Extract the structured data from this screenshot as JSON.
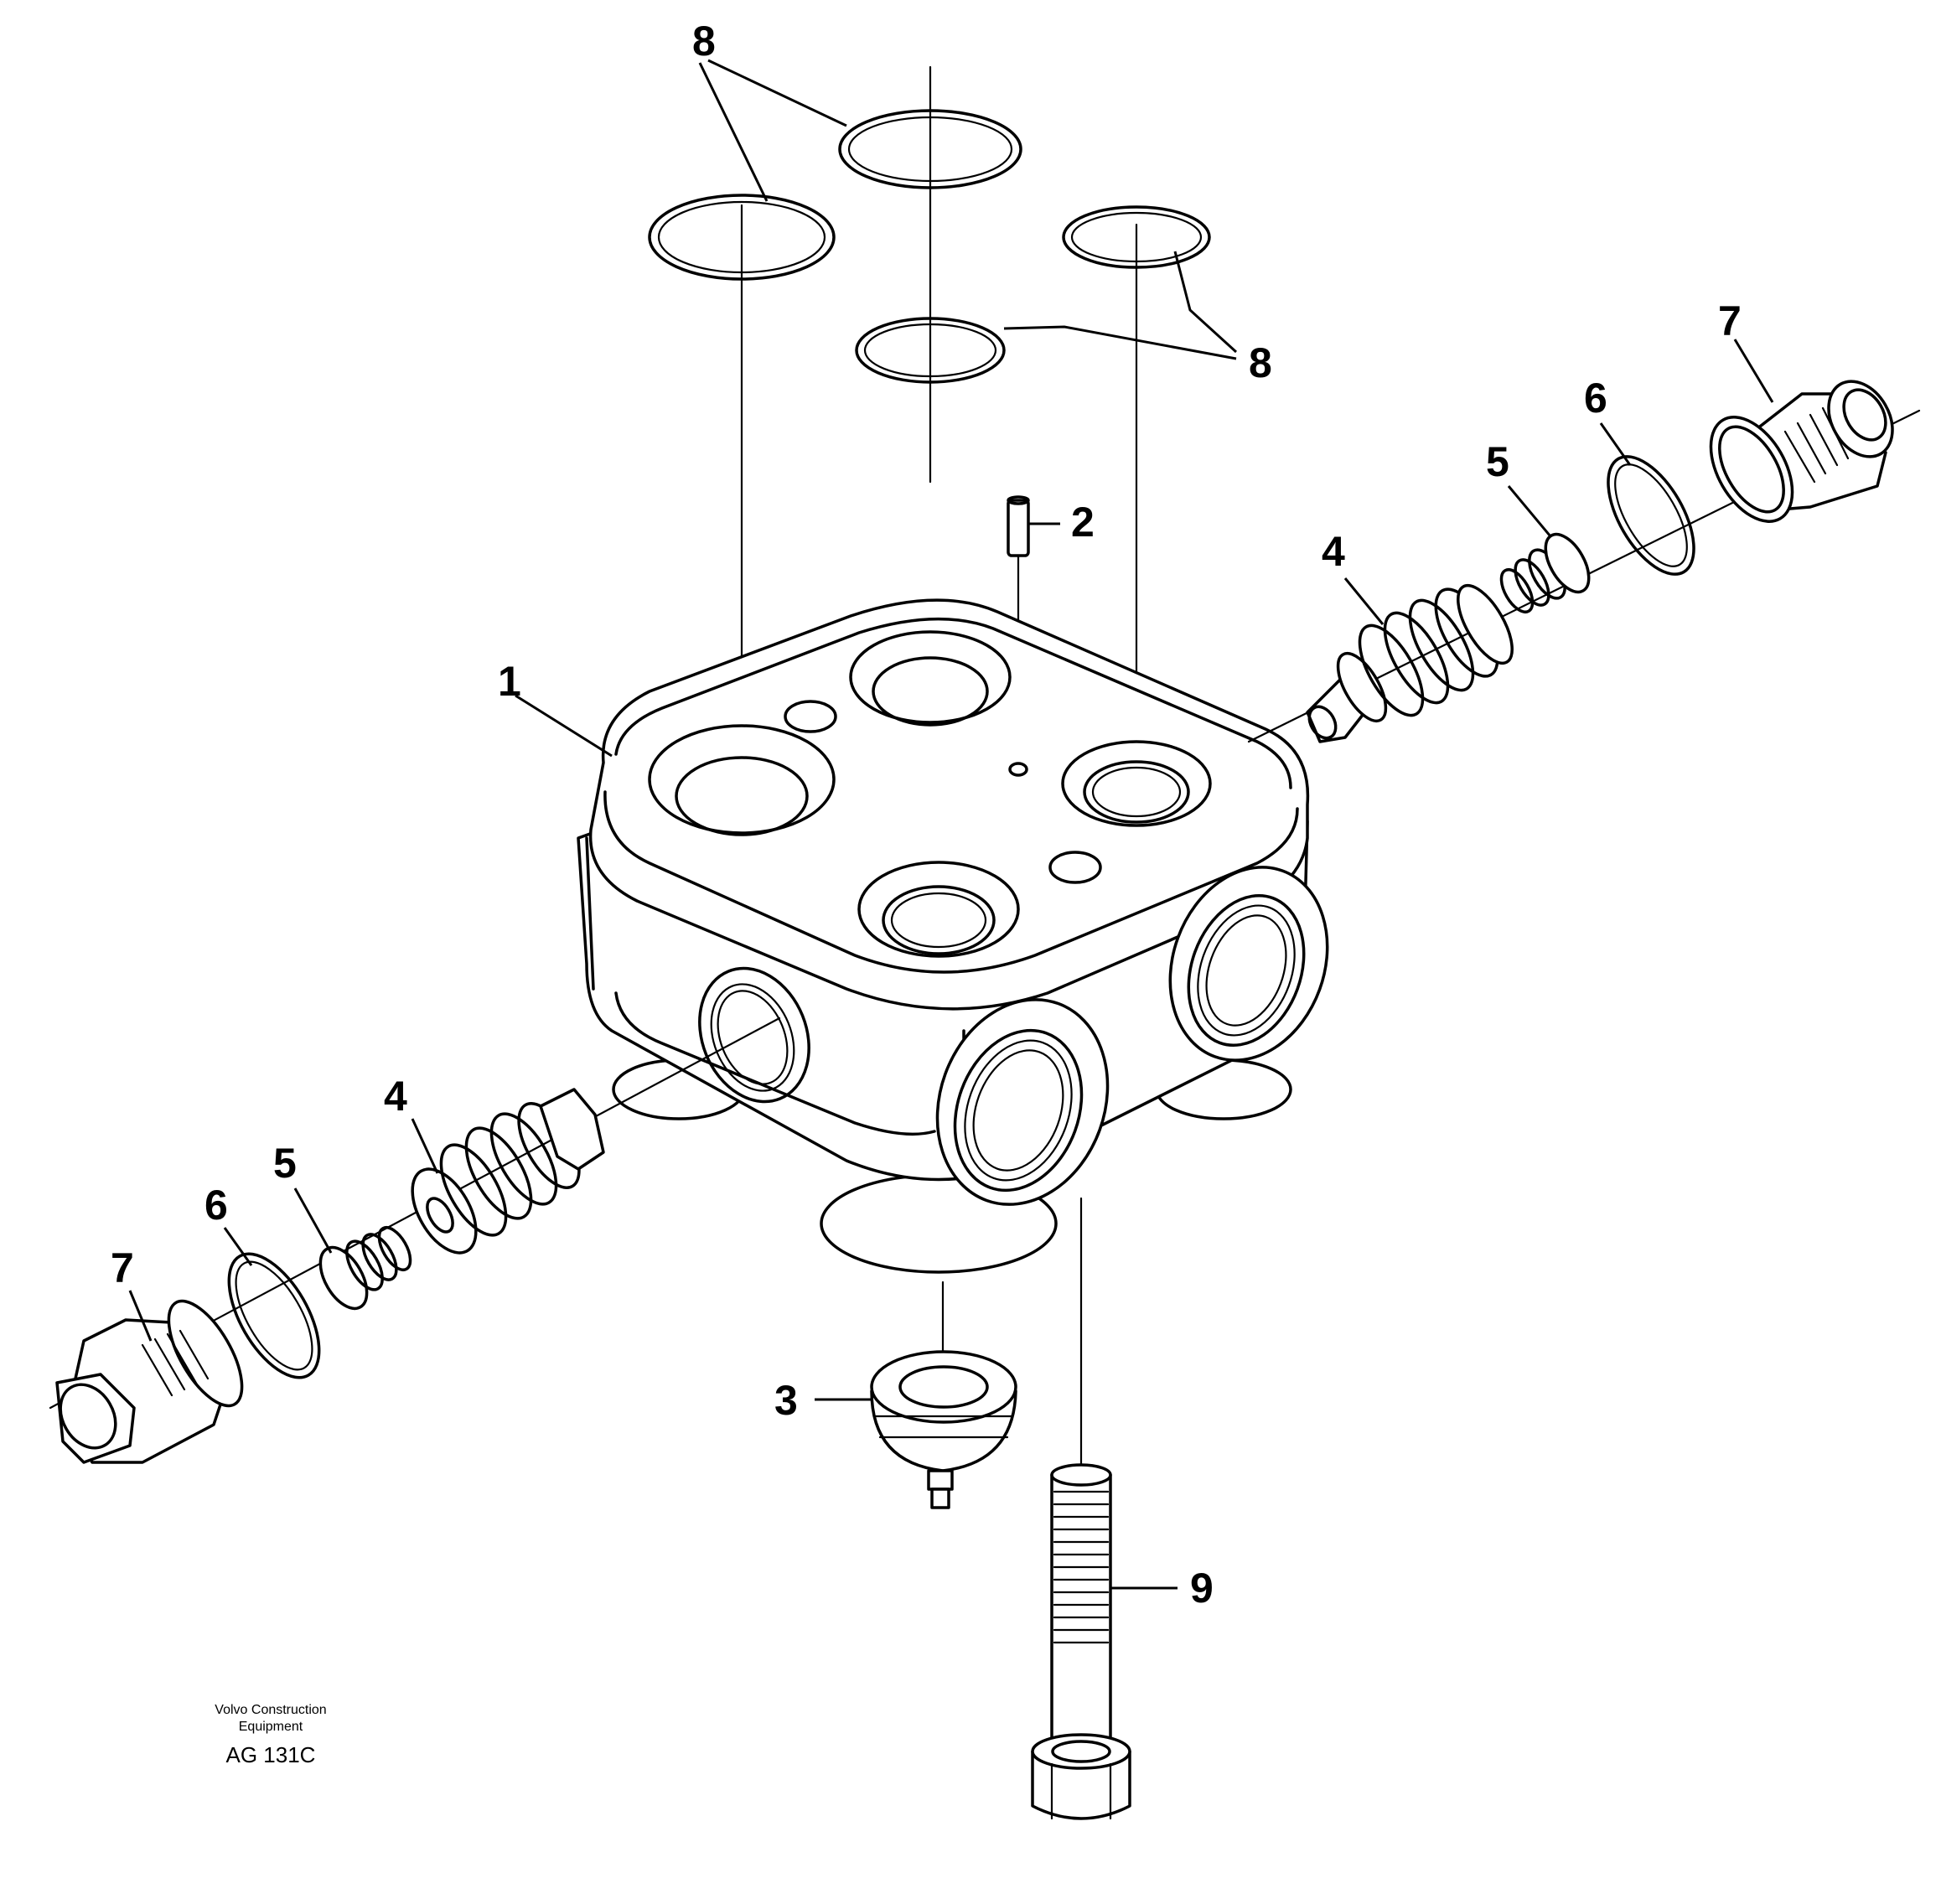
{
  "callouts": {
    "c1": "1",
    "c2": "2",
    "c3": "3",
    "c4a": "4",
    "c4b": "4",
    "c5a": "5",
    "c5b": "5",
    "c6a": "6",
    "c6b": "6",
    "c7a": "7",
    "c7b": "7",
    "c8a": "8",
    "c8b": "8",
    "c9": "9"
  },
  "credit": {
    "line1": "Volvo Construction",
    "line2": "Equipment",
    "code": "AG 131C"
  }
}
